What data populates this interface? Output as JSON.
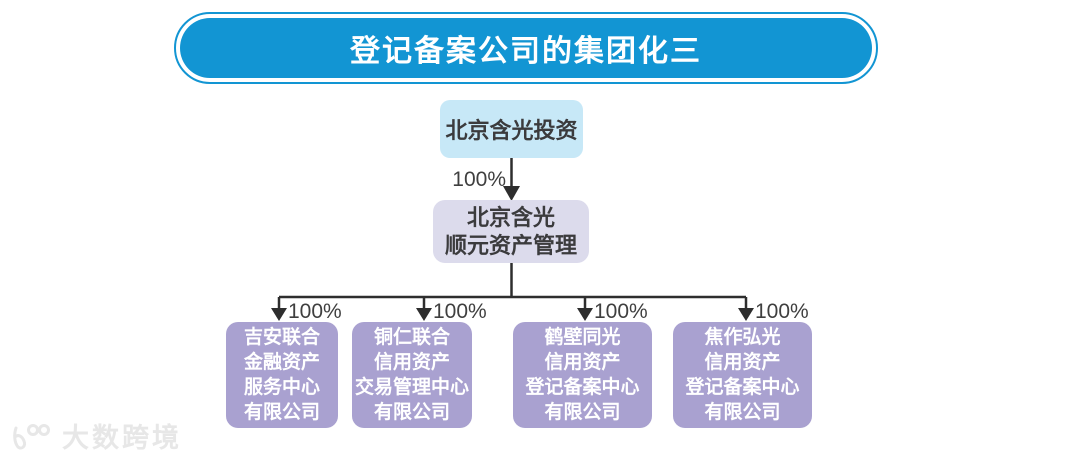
{
  "title": "登记备案公司的集团化三",
  "org_chart": {
    "root": {
      "name": "北京含光投资"
    },
    "root_edge_label": "100%",
    "mid": {
      "lines": [
        "北京含光",
        "顺元资产管理"
      ]
    },
    "children": [
      {
        "lines": [
          "吉安联合",
          "金融资产",
          "服务中心",
          "有限公司"
        ],
        "edge_label": "100%"
      },
      {
        "lines": [
          "铜仁联合",
          "信用资产",
          "交易管理中心",
          "有限公司"
        ],
        "edge_label": "100%"
      },
      {
        "lines": [
          "鹤壁同光",
          "信用资产",
          "登记备案中心",
          "有限公司"
        ],
        "edge_label": "100%"
      },
      {
        "lines": [
          "焦作弘光",
          "信用资产",
          "登记备案中心",
          "有限公司"
        ],
        "edge_label": "100%"
      }
    ]
  },
  "watermark": {
    "logo": "100",
    "text": "大数跨境"
  },
  "colors": {
    "title_blue": "#1295d3",
    "root_node_bg": "#c7e8f7",
    "mid_node_bg": "#dcdbec",
    "child_node_bg": "#a9a1d0",
    "connector": "#2e2e2e",
    "edge_label_text": "#3f3f3f",
    "watermark_gray": "#e7e7e7"
  }
}
